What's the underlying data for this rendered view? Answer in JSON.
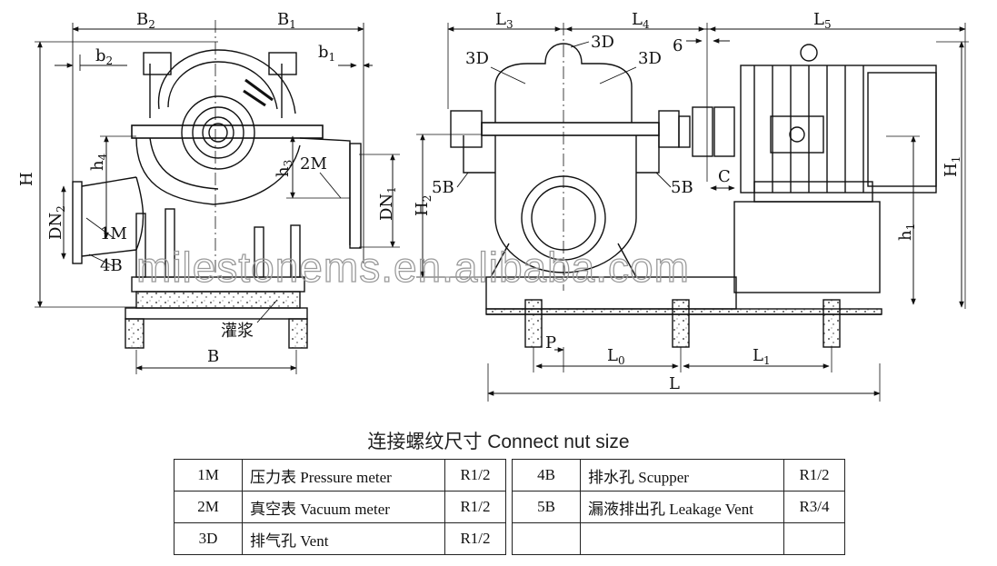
{
  "labels": {
    "B2": "B",
    "B2_sub": "2",
    "B1": "B",
    "B1_sub": "1",
    "b2": "b",
    "b2_sub": "2",
    "b1": "b",
    "b1_sub": "1",
    "H": "H",
    "h4": "h",
    "h4_sub": "4",
    "h3": "h",
    "h3_sub": "3",
    "DN2": "DN",
    "DN2_sub": "2",
    "DN1": "DN",
    "DN1_sub": "1",
    "m1": "1M",
    "m2": "2M",
    "b4": "4B",
    "grout": "灌浆",
    "B": "B",
    "L3": "L",
    "L3_sub": "3",
    "L4": "L",
    "L4_sub": "4",
    "L5": "L",
    "L5_sub": "5",
    "d3_left": "3D",
    "d3_top": "3D",
    "d3_right": "3D",
    "six": "6",
    "H2": "H",
    "H2_sub": "2",
    "b5_left": "5B",
    "b5_right": "5B",
    "C": "C",
    "h1": "h",
    "h1_sub": "1",
    "H1": "H",
    "H1_sub": "1",
    "P": "P",
    "L0": "L",
    "L0_sub": "0",
    "L1": "L",
    "L1_sub": "1",
    "L": "L"
  },
  "watermark": "milestonems.en.alibaba.com",
  "caption": "连接螺纹尺寸   Connect nut size",
  "table_left": [
    {
      "code": "1M",
      "name": "压力表 Pressure meter",
      "size": "R1/2"
    },
    {
      "code": "2M",
      "name": "真空表 Vacuum meter",
      "size": "R1/2"
    },
    {
      "code": "3D",
      "name": "排气孔 Vent",
      "size": "R1/2"
    }
  ],
  "table_right": [
    {
      "code": "4B",
      "name": "排水孔 Scupper",
      "size": "R1/2"
    },
    {
      "code": "5B",
      "name": "漏液排出孔 Leakage Vent",
      "size": "R3/4"
    },
    {
      "code": "",
      "name": "",
      "size": ""
    }
  ]
}
